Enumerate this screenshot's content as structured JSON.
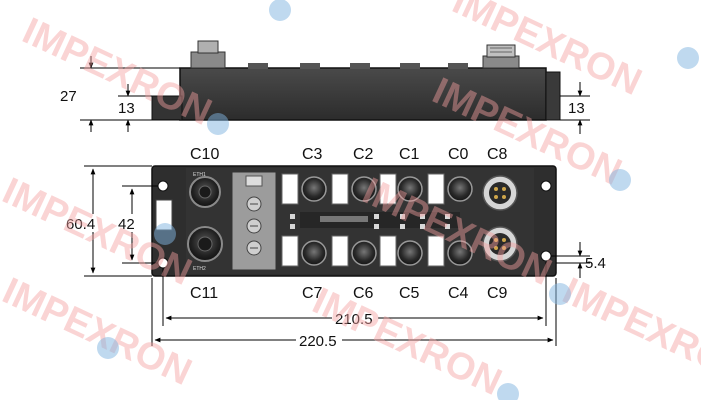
{
  "dimensions": {
    "overall_height_side": "27",
    "top_cap_height": "13",
    "right_side_height": "13",
    "front_height": "60.4",
    "front_inner_height": "42",
    "mount_offset": "5.4",
    "inner_width": "210.5",
    "overall_width": "220.5"
  },
  "connectors": {
    "top_row": [
      "C10",
      "C3",
      "C2",
      "C1",
      "C0",
      "C8"
    ],
    "bottom_row": [
      "C11",
      "C7",
      "C6",
      "C5",
      "C4",
      "C9"
    ]
  },
  "port_labels": {
    "eth1": "ETH1",
    "eth2": "ETH2"
  },
  "watermark": {
    "text": "IMPEXRON",
    "color": "#f4a3a3"
  },
  "colors": {
    "housing": "#3a3a3a",
    "housing_dark": "#262626",
    "connector_ring": "#9a9a9a",
    "label_field": "#ffffff",
    "dimension_line": "#000000"
  }
}
